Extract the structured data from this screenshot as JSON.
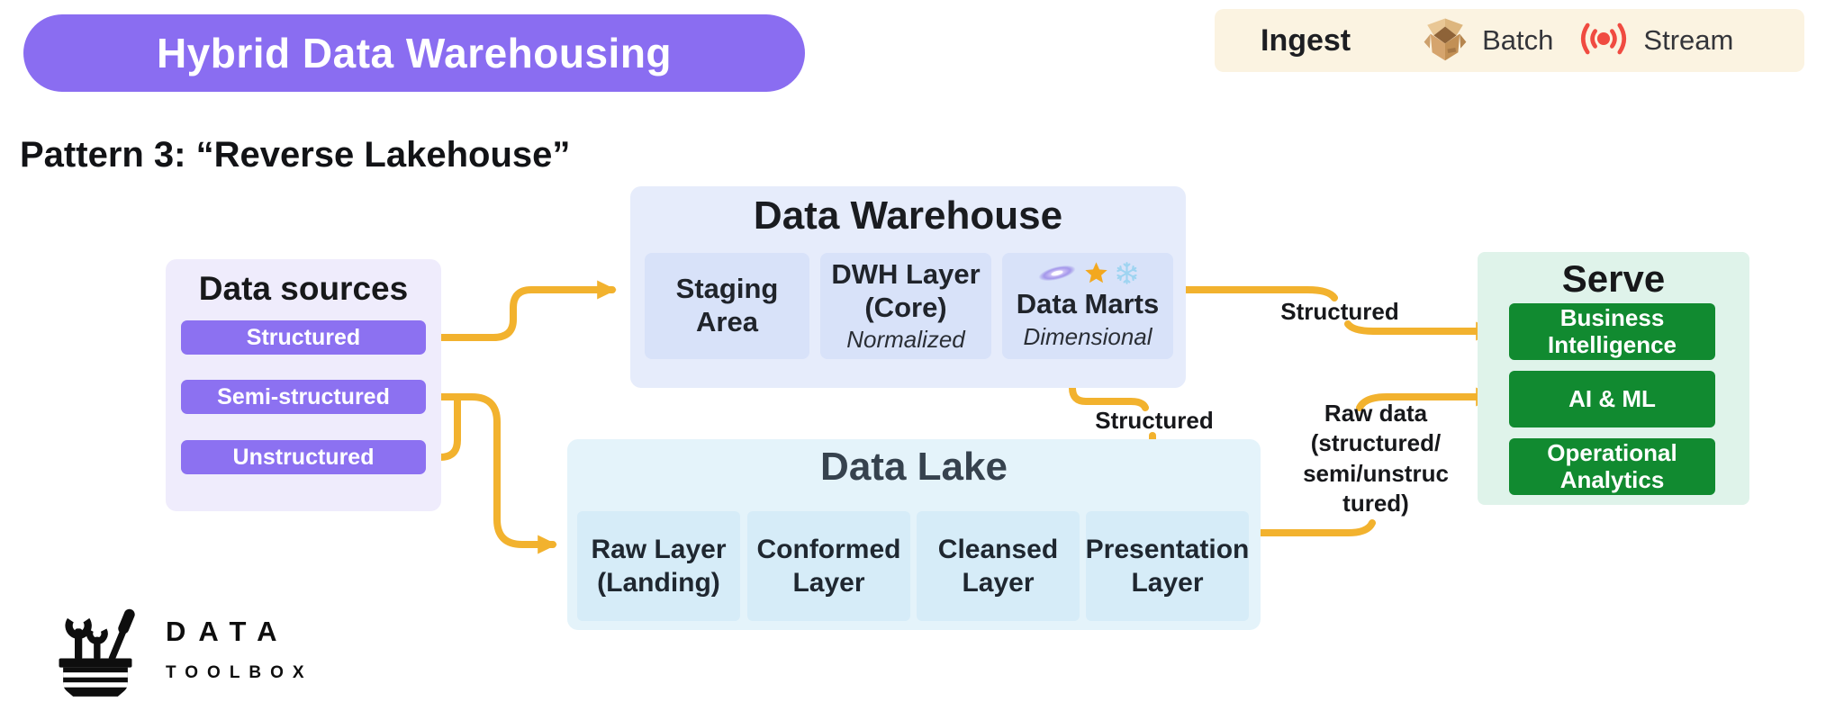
{
  "header": {
    "title": "Hybrid Data Warehousing",
    "pattern_heading": "Pattern 3: “Reverse Lakehouse”"
  },
  "legend": {
    "title": "Ingest",
    "items": [
      {
        "icon": "batch-box-icon",
        "label": "Batch"
      },
      {
        "icon": "stream-broadcast-icon",
        "label": "Stream"
      }
    ]
  },
  "data_sources": {
    "title": "Data sources",
    "items": [
      "Structured",
      "Semi-structured",
      "Unstructured"
    ]
  },
  "data_warehouse": {
    "title": "Data Warehouse",
    "components": [
      {
        "name": "Staging Area",
        "subtitle": ""
      },
      {
        "name": "DWH Layer (Core)",
        "subtitle": "Normalized"
      },
      {
        "name": "Data Marts",
        "subtitle": "Dimensional",
        "icons": [
          "galaxy-icon",
          "star-icon",
          "snowflake-icon"
        ]
      }
    ]
  },
  "data_lake": {
    "title": "Data Lake",
    "components": [
      "Raw Layer (Landing)",
      "Conformed Layer",
      "Cleansed Layer",
      "Presentation Layer"
    ]
  },
  "serve": {
    "title": "Serve",
    "items": [
      "Business Intelligence",
      "AI & ML",
      "Operational Analytics"
    ]
  },
  "flow_labels": {
    "warehouse_to_bi": "Structured",
    "warehouse_to_lake": "Structured",
    "lake_to_aiml_lines": [
      "Raw data",
      "(structured/",
      "semi/unstruc",
      "tured)"
    ]
  },
  "logo": {
    "line1": "DATA",
    "line2": "TOOLBOX"
  },
  "colors": {
    "accent_purple": "#8a6df1",
    "panel_lavender": "#efecfc",
    "warehouse_panel": "#e6ecfb",
    "warehouse_card": "#d8e2f9",
    "lake_panel": "#e4f3fa",
    "lake_card": "#d6ecf8",
    "serve_panel": "#dff3ea",
    "serve_green": "#118a30",
    "connector_green": "#2f9e50",
    "arrow_yellow": "#f2b22e",
    "ingest_cream": "#fbf3e1",
    "stream_red": "#f04b41"
  }
}
